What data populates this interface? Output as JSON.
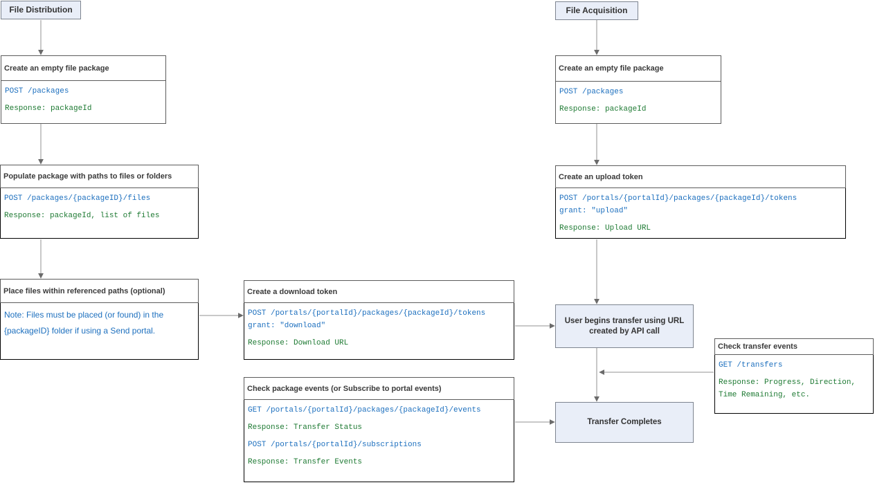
{
  "distribution": {
    "header": "File Distribution",
    "create_package": {
      "title": "Create an empty file package",
      "call": "POST /packages",
      "response": "Response: packageId"
    },
    "populate_package": {
      "title": "Populate package with paths to files or folders",
      "call": "POST /packages/{packageID}/files",
      "response": "Response: packageId, list of files"
    },
    "place_files": {
      "title": "Place files within referenced paths (optional)",
      "note": "Note: Files must be placed (or found) in the\n{packageID} folder if using a Send portal."
    },
    "download_token": {
      "title": "Create a download token",
      "call": "POST /portals/{portalId}/packages/{packageId}/tokens\ngrant: \"download\"",
      "response": "Response: Download URL"
    },
    "package_events": {
      "title": "Check package events (or Subscribe to portal events)",
      "call1": "GET /portals/{portalId}/packages/{packageId}/events",
      "response1": "Response: Transfer Status",
      "call2": "POST /portals/{portalId}/subscriptions",
      "response2": "Response: Transfer Events"
    }
  },
  "acquisition": {
    "header": "File Acquisition",
    "create_package": {
      "title": "Create an empty file package",
      "call": "POST /packages",
      "response": "Response: packageId"
    },
    "upload_token": {
      "title": "Create an upload token",
      "call": "POST /portals/{portalId}/packages/{packageId}/tokens\ngrant: \"upload\"",
      "response": "Response: Upload URL"
    },
    "user_transfer": {
      "label": "User begins transfer using URL\ncreated by API call"
    },
    "transfer_completes": {
      "label": "Transfer Completes"
    },
    "transfer_events": {
      "title": "Check transfer events",
      "call": "GET /transfers",
      "response": "Response: Progress, Direction,\nTime Remaining, etc."
    }
  },
  "colors": {
    "code_blue": "#1c6fbe",
    "code_green": "#1e7a33",
    "box_fill_blue": "#e9eef8",
    "border_gray": "#5b5b5b",
    "line_gray": "#909090"
  }
}
